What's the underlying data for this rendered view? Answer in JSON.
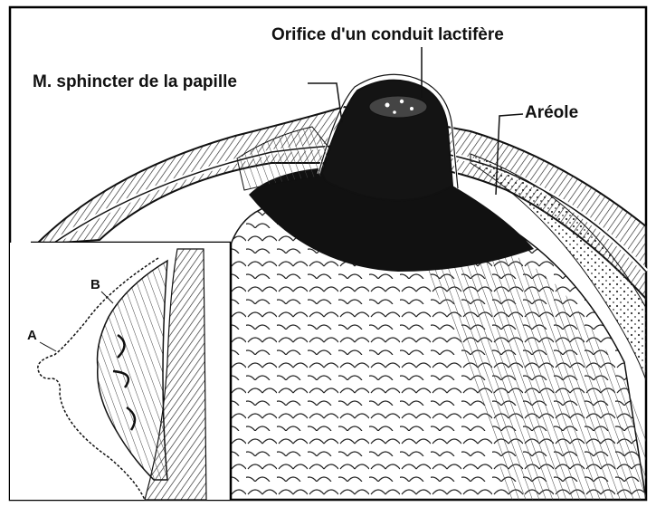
{
  "labels": {
    "orifice": "Orifice d'un conduit lactifère",
    "sphincter": "M. sphincter de la papille",
    "areole": "Aréole",
    "inset_a": "A",
    "inset_b": "B"
  }
}
